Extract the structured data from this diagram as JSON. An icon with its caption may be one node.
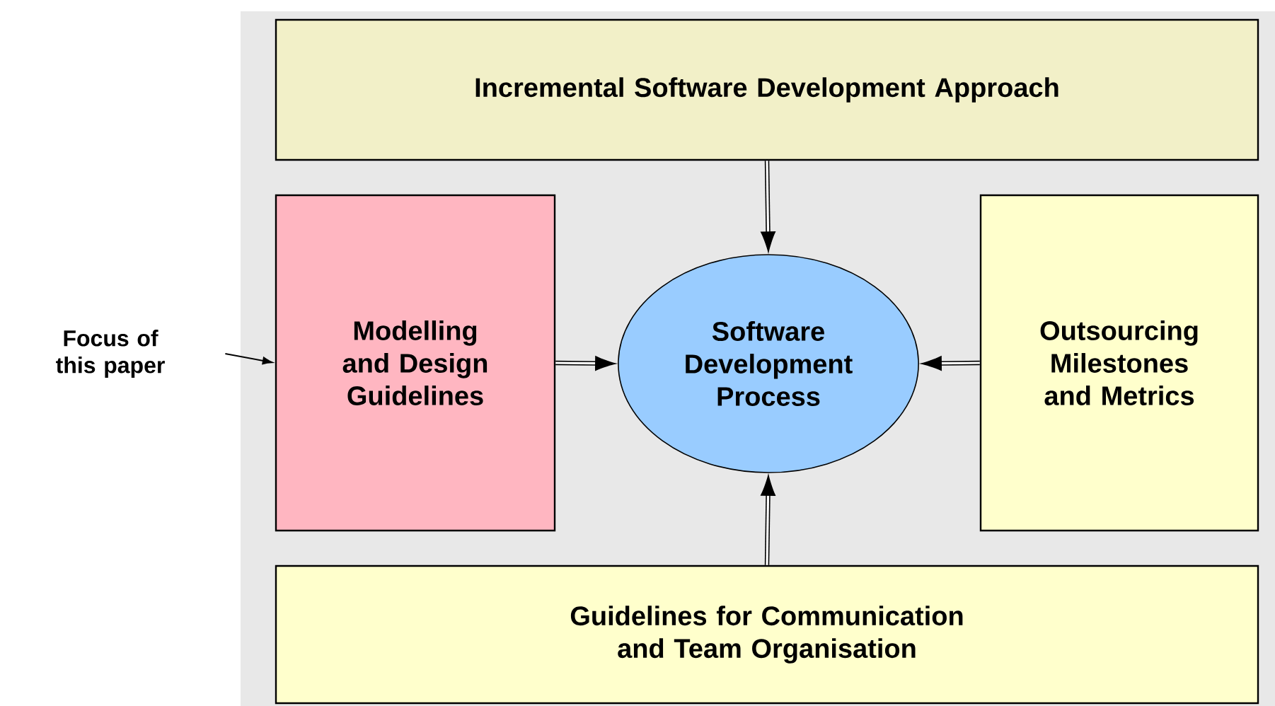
{
  "diagram": {
    "nodes": [
      {
        "text": [
          "Incremental Software Development Approach"
        ]
      },
      {
        "text": [
          "Modelling and Design Guidelines"
        ]
      },
      {
        "text": [
          "Software Development Process"
        ]
      },
      {
        "text": [
          "Outsourcing Milestones and Metrics"
        ]
      },
      {
        "text": [
          "Guidelines for Communication and Team Organisation"
        ]
      },
      {
        "text": [
          "Focus of this paper"
        ]
      }
    ],
    "edges": [
      {
        "from": 0,
        "to": 2,
        "arrow": "to"
      },
      {
        "from": 1,
        "to": 2,
        "arrow": "to"
      },
      {
        "from": 3,
        "to": 2,
        "arrow": "to"
      },
      {
        "from": 4,
        "to": 2,
        "arrow": "to"
      },
      {
        "from": 5,
        "to": 1,
        "arrow": "to"
      }
    ]
  }
}
